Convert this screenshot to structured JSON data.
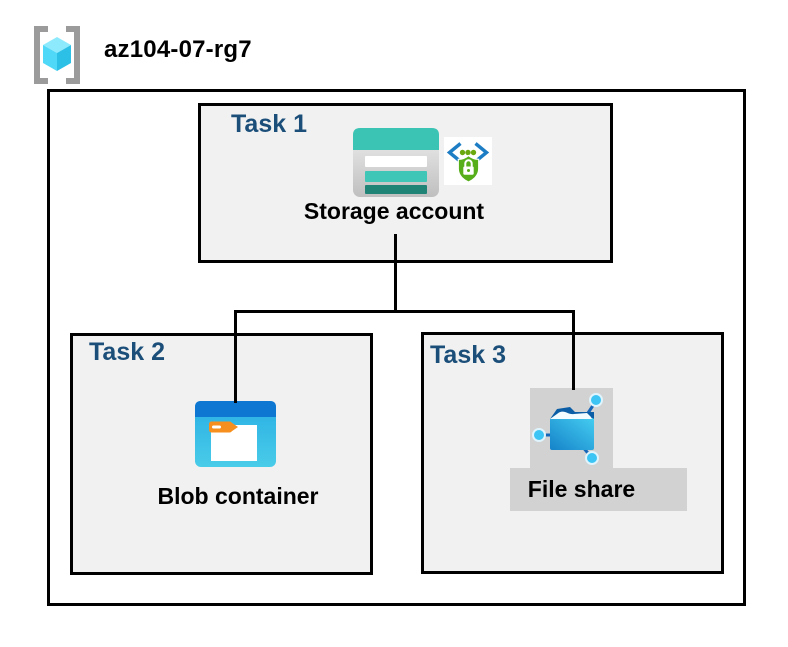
{
  "header": {
    "resource_group_name": "az104-07-rg7",
    "resource_group_icon": "resource-group-icon"
  },
  "tasks": [
    {
      "label": "Task 1",
      "item_label": "Storage account",
      "icons": [
        "storage-account-icon",
        "secure-access-icon"
      ]
    },
    {
      "label": "Task 2",
      "item_label": "Blob container",
      "icons": [
        "blob-container-icon"
      ]
    },
    {
      "label": "Task 3",
      "item_label": "File share",
      "icons": [
        "file-share-icon"
      ],
      "highlighted": true
    }
  ],
  "connections": [
    {
      "from": "Storage account",
      "to": "Blob container"
    },
    {
      "from": "Storage account",
      "to": "File share"
    }
  ],
  "colors": {
    "task_label_navy": "#1b4e79",
    "task_box_fill": "#f1f1f1",
    "box_border": "#000000",
    "connector": "#000000",
    "file_share_highlight_gray": "#d2d2d2",
    "storage_teal": "#3bc3b3",
    "storage_teal_dark": "#1f8476",
    "blob_header_blue": "#0e77d1",
    "blob_body_cyan": "#36b9e6",
    "tag_orange": "#f78f1e",
    "folder_blue": "#1583c9",
    "node_cyan": "#3cc5f4",
    "shield_green": "#56ae1b",
    "code_bracket_blue": "#1d7dc4",
    "cube_cyan": "#4fd8f7",
    "bracket_gray": "#9b9b9b"
  }
}
